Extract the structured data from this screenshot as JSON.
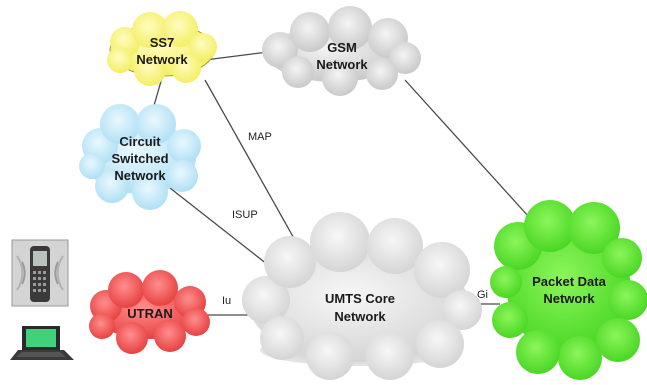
{
  "colors": {
    "ss7": "#fbf77a",
    "gsm": "#d9d9d9",
    "circuit": "#bfe8f8",
    "umts": "#e2e2e2",
    "utran": "#f04848",
    "packet": "#55ea2c",
    "line": "#4a4a4a"
  },
  "icons": [
    "mobile-phone-icon",
    "laptop-icon"
  ],
  "clouds": {
    "ss7": {
      "line1": "SS7",
      "line2": "Network"
    },
    "gsm": {
      "line1": "GSM",
      "line2": "Network"
    },
    "circuit": {
      "line1": "Circuit",
      "line2": "Switched",
      "line3": "Network"
    },
    "umts": {
      "line1": "UMTS Core",
      "line2": "Network"
    },
    "utran": {
      "line1": "UTRAN"
    },
    "packet": {
      "line1": "Packet Data",
      "line2": "Network"
    }
  },
  "links": {
    "map": "MAP",
    "isup": "ISUP",
    "iu": "Iu",
    "gi": "Gi"
  }
}
